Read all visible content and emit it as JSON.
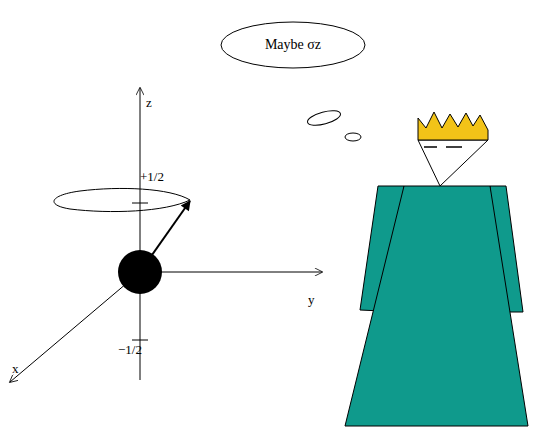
{
  "diagram": {
    "nodes": [
      {
        "text": [
          "Maybe σz"
        ]
      }
    ],
    "labels": [
      "z",
      "+1/2",
      "y",
      "−1/2",
      "x"
    ]
  }
}
